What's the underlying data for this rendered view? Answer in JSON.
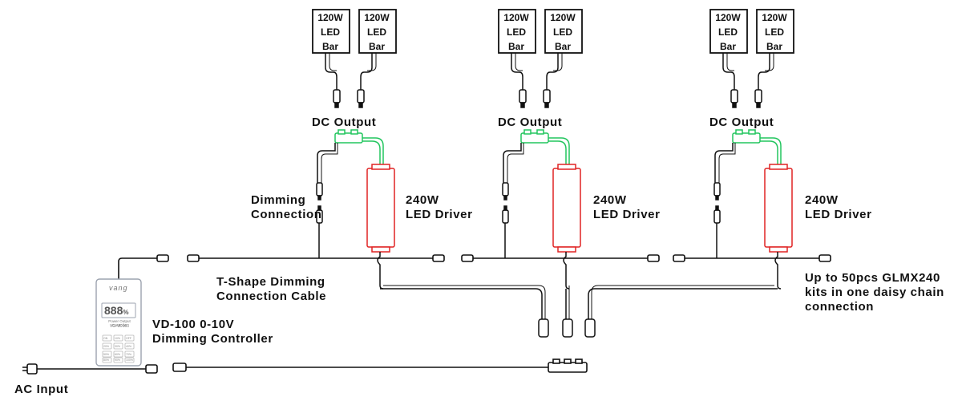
{
  "labels": {
    "bar_line1": "120W",
    "bar_line2": "LED",
    "bar_line3": "Bar",
    "dc_output": "DC Output",
    "dimming_connection_1": "Dimming",
    "dimming_connection_2": "Connection",
    "driver_1": "240W",
    "driver_2": "LED Driver",
    "t_shape_1": "T-Shape Dimming",
    "t_shape_2": "Connection Cable",
    "controller_1": "VD-100 0-10V",
    "controller_2": "Dimming Controller",
    "ac_input": "AC Input",
    "daisy_1": "Up to 50pcs GLMX240",
    "daisy_2": "kits in one daisy chain",
    "daisy_3": "connection"
  },
  "controller": {
    "brand": "vang",
    "display": "888",
    "percent": "%",
    "caption": "Power Output Controller",
    "model": "VG-VD100",
    "buttons": [
      "ON",
      "10%",
      "OFF",
      "20%",
      "30%",
      "40%",
      "50%",
      "60%",
      "70%",
      "80%",
      "90%",
      "100%"
    ]
  },
  "colors": {
    "wire": "#111111",
    "driver": "#e02424",
    "dc_connector": "#22c55e",
    "controller_outline": "#9ca3af"
  }
}
